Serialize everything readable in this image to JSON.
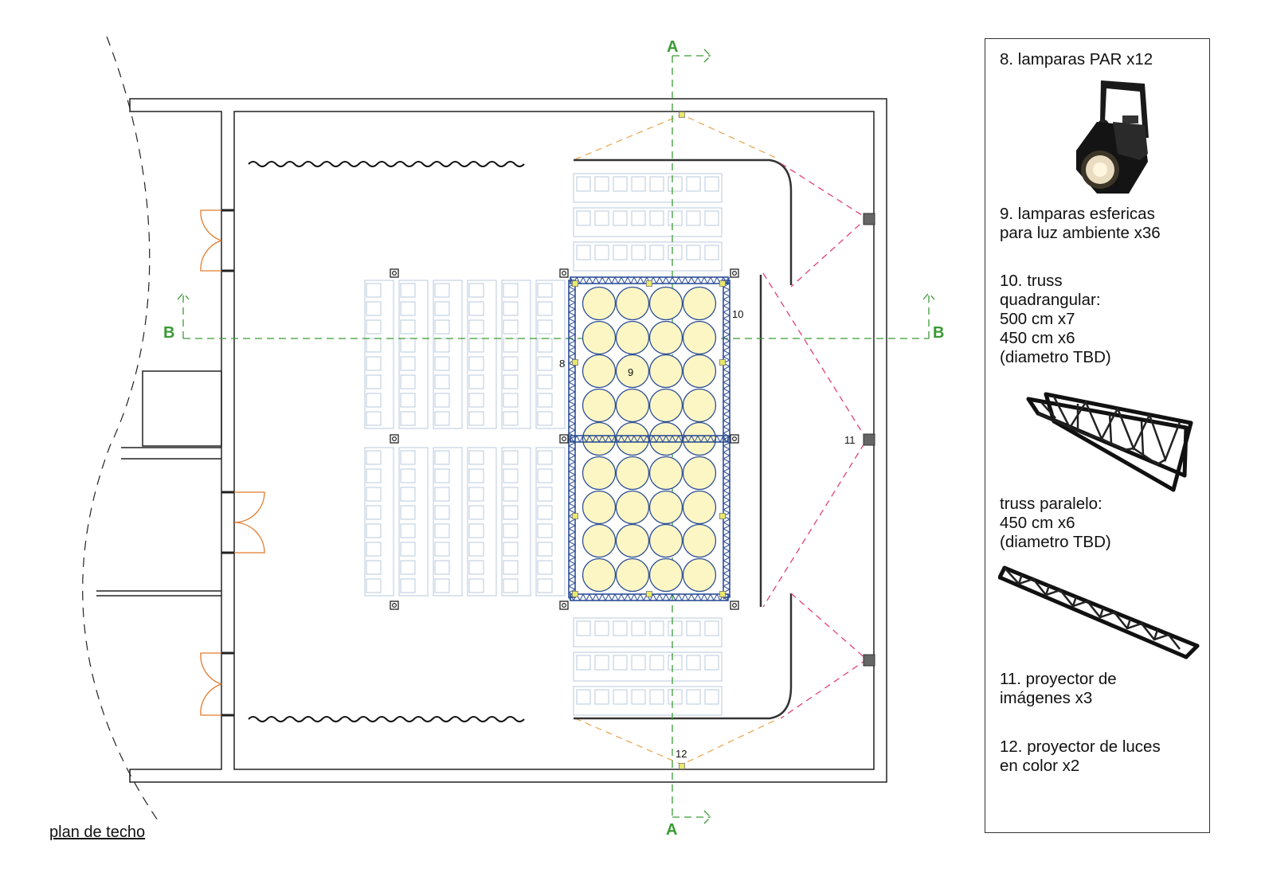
{
  "plan": {
    "caption": "plan de techo",
    "section_labels": {
      "a_top": "A",
      "a_bottom": "A",
      "b_left": "B",
      "b_right": "B"
    },
    "item_markers": {
      "par_lamps": "8",
      "sphere_lamps": "9",
      "truss": "10",
      "image_projector": "11",
      "color_projector": "12"
    },
    "colors": {
      "walls": "#222222",
      "doors": "#e07a2c",
      "section_lines": "#3a9a35",
      "truss": "#2e4f96",
      "sphere_fill": "#fbf6c4",
      "seating": "#b9c8de",
      "projector_beams": "#e0407a",
      "color_beams": "#e8a24a",
      "par_lamp": "#e8e86a"
    }
  },
  "legend": {
    "item_8": "8. lamparas PAR x12",
    "item_8_icon": "par-lamp-icon",
    "item_9": "9. lamparas esfericas\npara luz ambiente x36",
    "item_10": "10. truss\nquadrangular:\n500 cm x7\n450 cm x6\n(diametro TBD)",
    "item_10_icon": "square-truss-icon",
    "item_10b": "truss paralelo:\n450 cm x6\n(diametro TBD)",
    "item_10b_icon": "parallel-truss-icon",
    "item_11": "11. proyector de\nimágenes x3",
    "item_12": "12. proyector de luces\nen color x2"
  }
}
